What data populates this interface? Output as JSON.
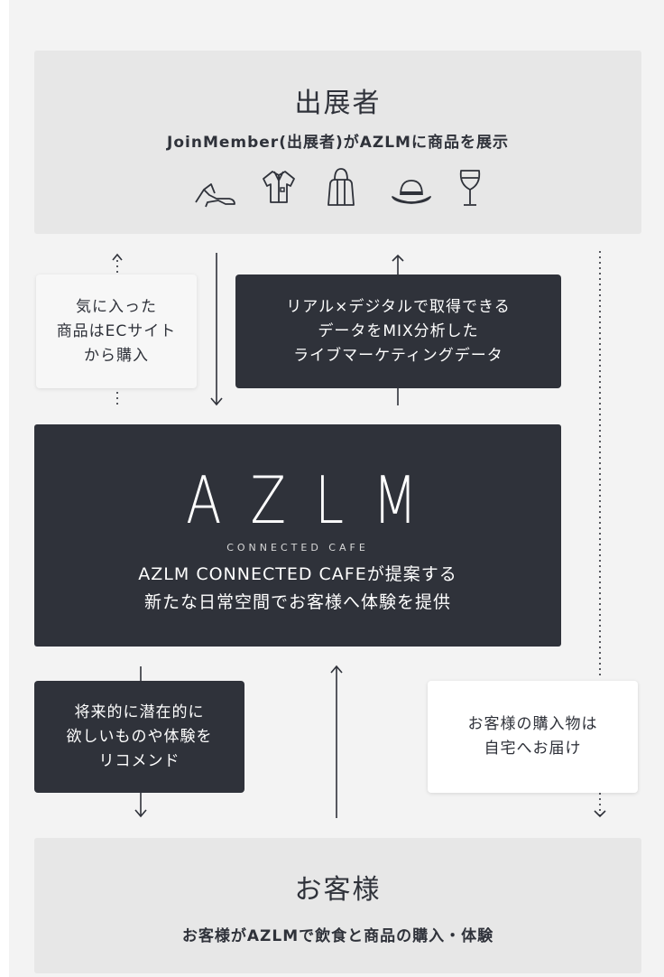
{
  "exhibitor": {
    "title": "出展者",
    "subtitle": "JoinMember(出展者)がAZLMに商品を展示",
    "icons": [
      "high-heel-icon",
      "jacket-icon",
      "bag-icon",
      "hat-icon",
      "wine-glass-icon"
    ]
  },
  "ec_note": {
    "lines": [
      "気に入った",
      "商品はECサイト",
      "から購入"
    ]
  },
  "data_note": {
    "lines": [
      "リアル×デジタルで取得できる",
      "データをMIX分析した",
      "ライブマーケティングデータ"
    ]
  },
  "cafe": {
    "logo": "AZLM",
    "logo_sub": "CONNECTED CAFE",
    "lines": [
      "AZLM CONNECTED CAFEが提案する",
      "新たな日常空間でお客様へ体験を提供"
    ]
  },
  "recommend_note": {
    "lines": [
      "将来的に潜在的に",
      "欲しいものや体験を",
      "リコメンド"
    ]
  },
  "delivery_note": {
    "lines": [
      "お客様の購入物は",
      "自宅へお届け"
    ]
  },
  "customer": {
    "title": "お客様",
    "subtitle": "お客様がAZLMで飲食と商品の購入・体験"
  },
  "colors": {
    "dark": "#2f323a",
    "panel": "#f3f3f3",
    "box_gray": "#e7e7e7"
  }
}
